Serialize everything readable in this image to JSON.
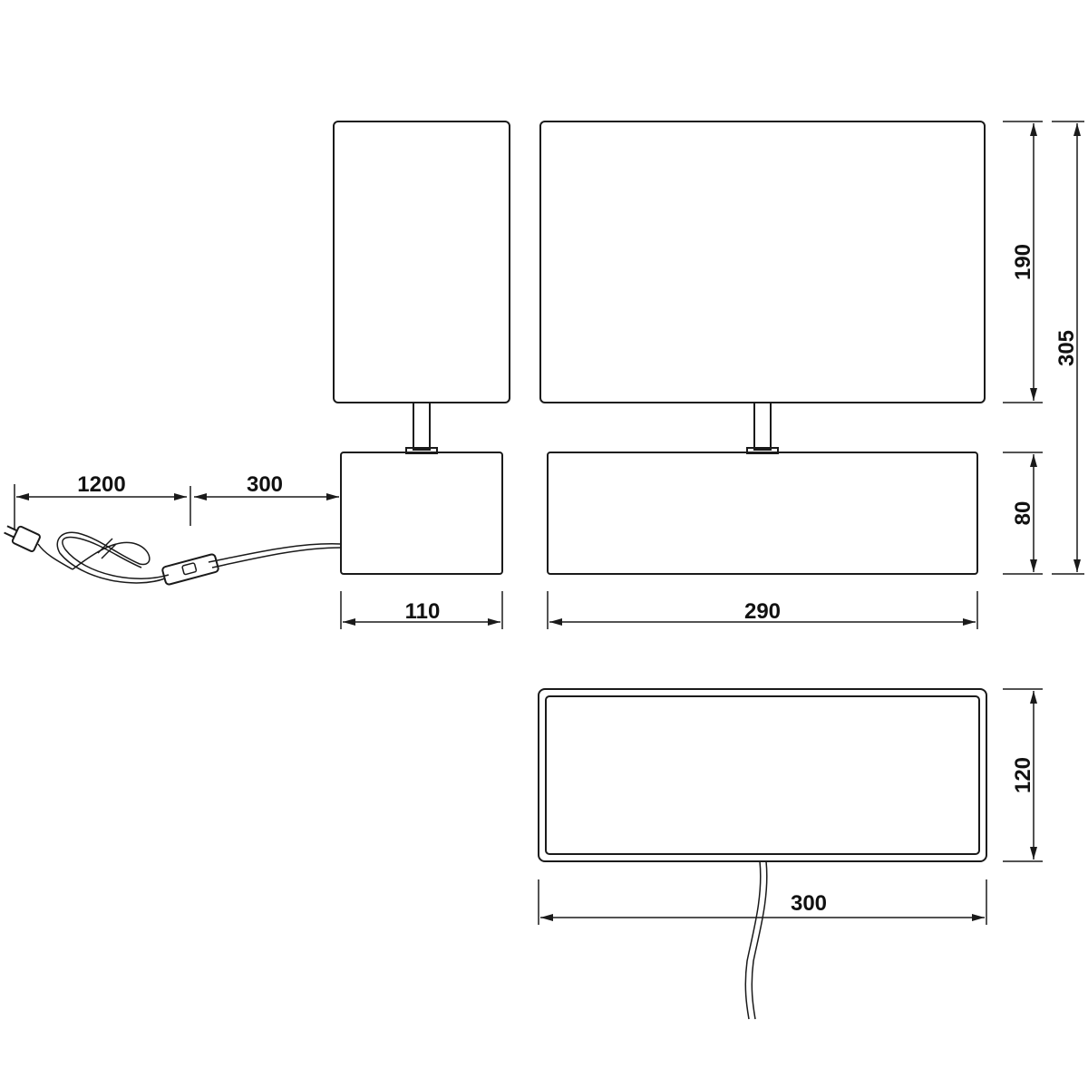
{
  "dimensions": {
    "cord_length": "1200",
    "cord_to_switch": "300",
    "side_base_width": "110",
    "front_base_width": "290",
    "shade_height": "190",
    "overall_height": "305",
    "base_height": "80",
    "top_depth": "120",
    "top_width": "300"
  },
  "colors": {
    "line": "#1a1a1a",
    "background": "#ffffff"
  }
}
